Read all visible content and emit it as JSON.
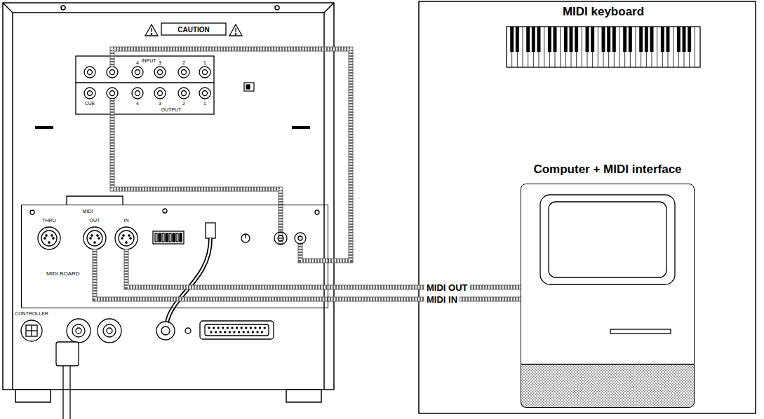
{
  "diagram": {
    "nodes": [
      {
        "text": [
          "MIDI BOARD"
        ]
      },
      {
        "text": [
          "Computer + MIDI interface"
        ]
      },
      {
        "text": [
          "MIDI keyboard"
        ]
      }
    ],
    "edges": [
      {
        "from": 0,
        "to": 1,
        "arrow": "none",
        "label": "MIDI OUT"
      },
      {
        "from": 0,
        "to": 1,
        "arrow": "none",
        "label": "MIDI IN"
      }
    ],
    "labels": [
      "CAUTION",
      "INPUT",
      "4",
      "3",
      "2",
      "1",
      "CUE",
      "4",
      "3",
      "2",
      "1",
      "OUTPUT",
      "MIDI",
      "THRU",
      "OUT",
      "IN",
      "CONTROLLER"
    ]
  }
}
